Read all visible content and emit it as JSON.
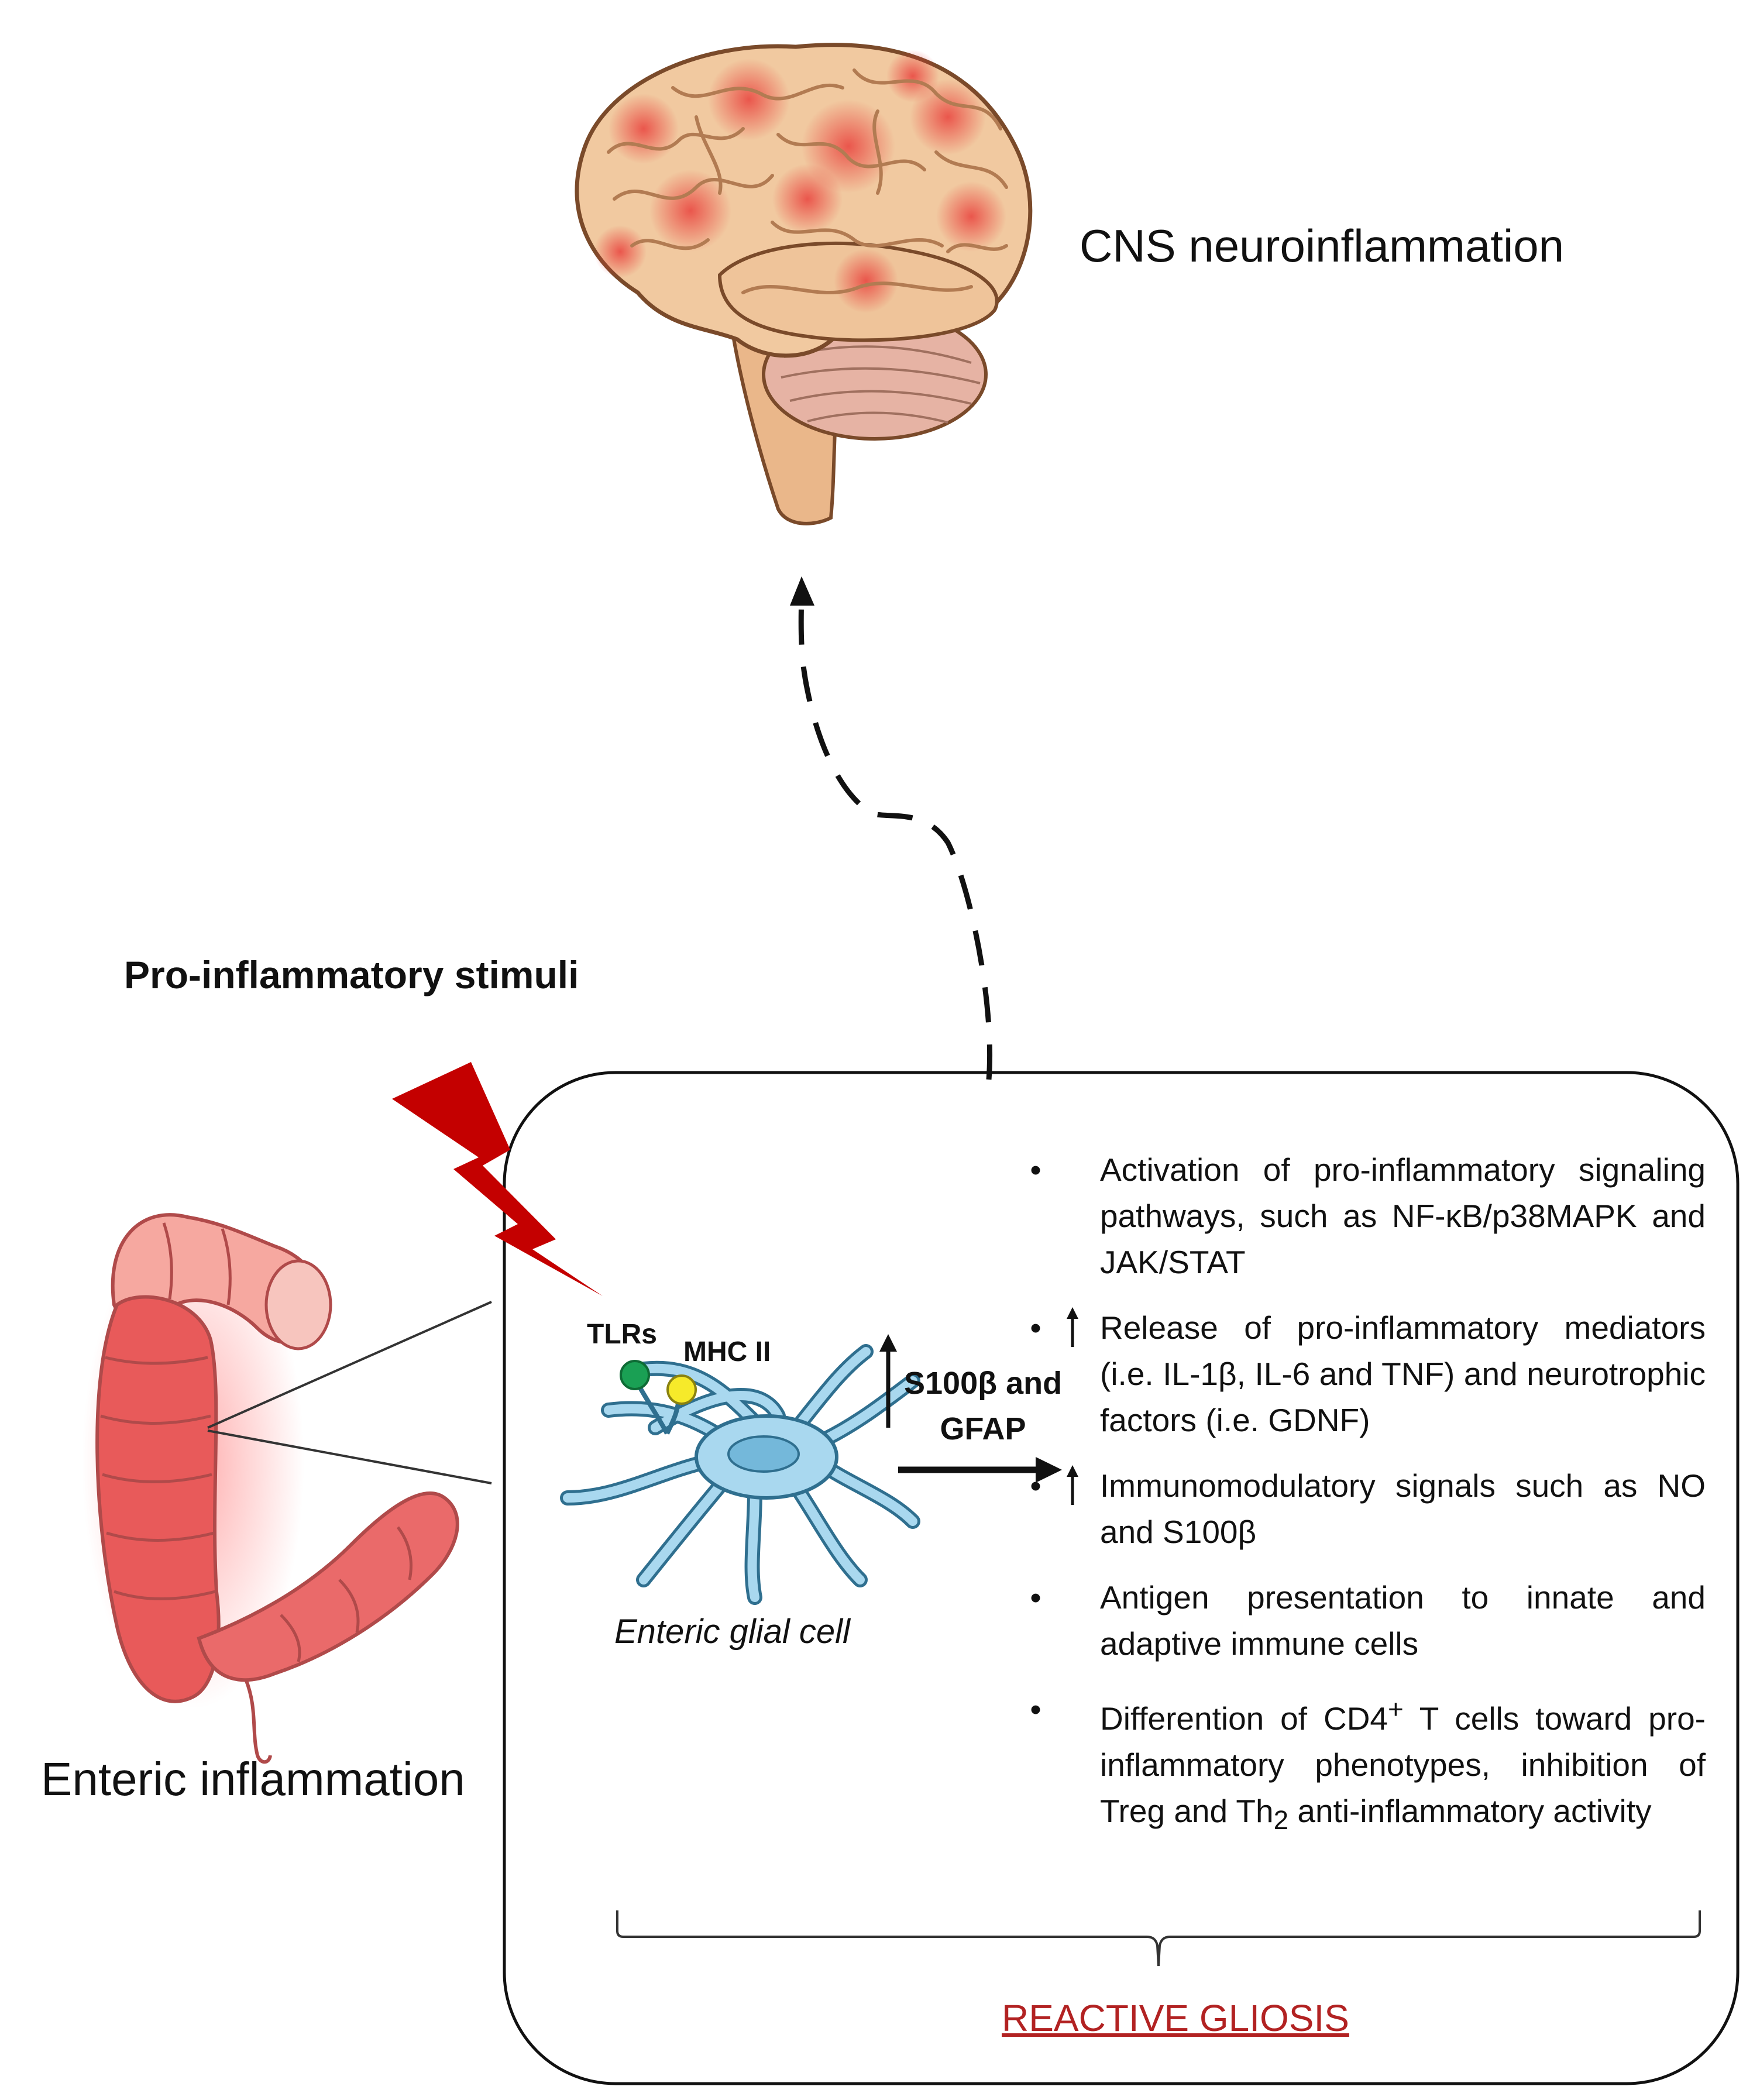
{
  "labels": {
    "cns": "CNS neuroinflammation",
    "stimuli": "Pro-inflammatory stimuli",
    "enteric": "Enteric inflammation",
    "tlrs": "TLRs",
    "mhc": "MHC II",
    "markers_line1": "S100β and",
    "markers_line2": "GFAP",
    "glial_cell": "Enteric glial cell",
    "gliosis": "REACTIVE GLIOSIS"
  },
  "bullets": [
    {
      "text": "Activation of pro-inflammatory signaling pathways, such as NF-κB/p38MAPK and JAK/STAT",
      "up_arrow": false
    },
    {
      "text": "Release of pro-inflammatory mediators (i.e. IL-1β, IL-6 and TNF) and neurotrophic factors (i.e. GDNF)",
      "up_arrow": true
    },
    {
      "text": "Immunomodulatory signals such as NO and S100β",
      "up_arrow": true
    },
    {
      "text": "Antigen presentation to innate and adaptive immune cells",
      "up_arrow": false
    },
    {
      "text_parts": [
        "Differention of CD4",
        "+",
        " T cells toward pro-inflammatory phenotypes, inhibition of Treg and Th",
        "2",
        " anti-inflammatory activity"
      ],
      "up_arrow": false
    }
  ],
  "bullet_symbol": "•",
  "colors": {
    "brain_base": "#f1c9a0",
    "brain_outline": "#7a4a2a",
    "brain_inflamed": "#ee3b3b",
    "colon_base": "#f08a8a",
    "colon_inflamed": "#e04848",
    "lightning": "#c40000",
    "glia": "#a9d8ef",
    "glia_outline": "#2f6f8f",
    "tlr_dot": "#1aa054",
    "mhc_dot": "#f6ea2a",
    "gliosis_text": "#b22222"
  }
}
